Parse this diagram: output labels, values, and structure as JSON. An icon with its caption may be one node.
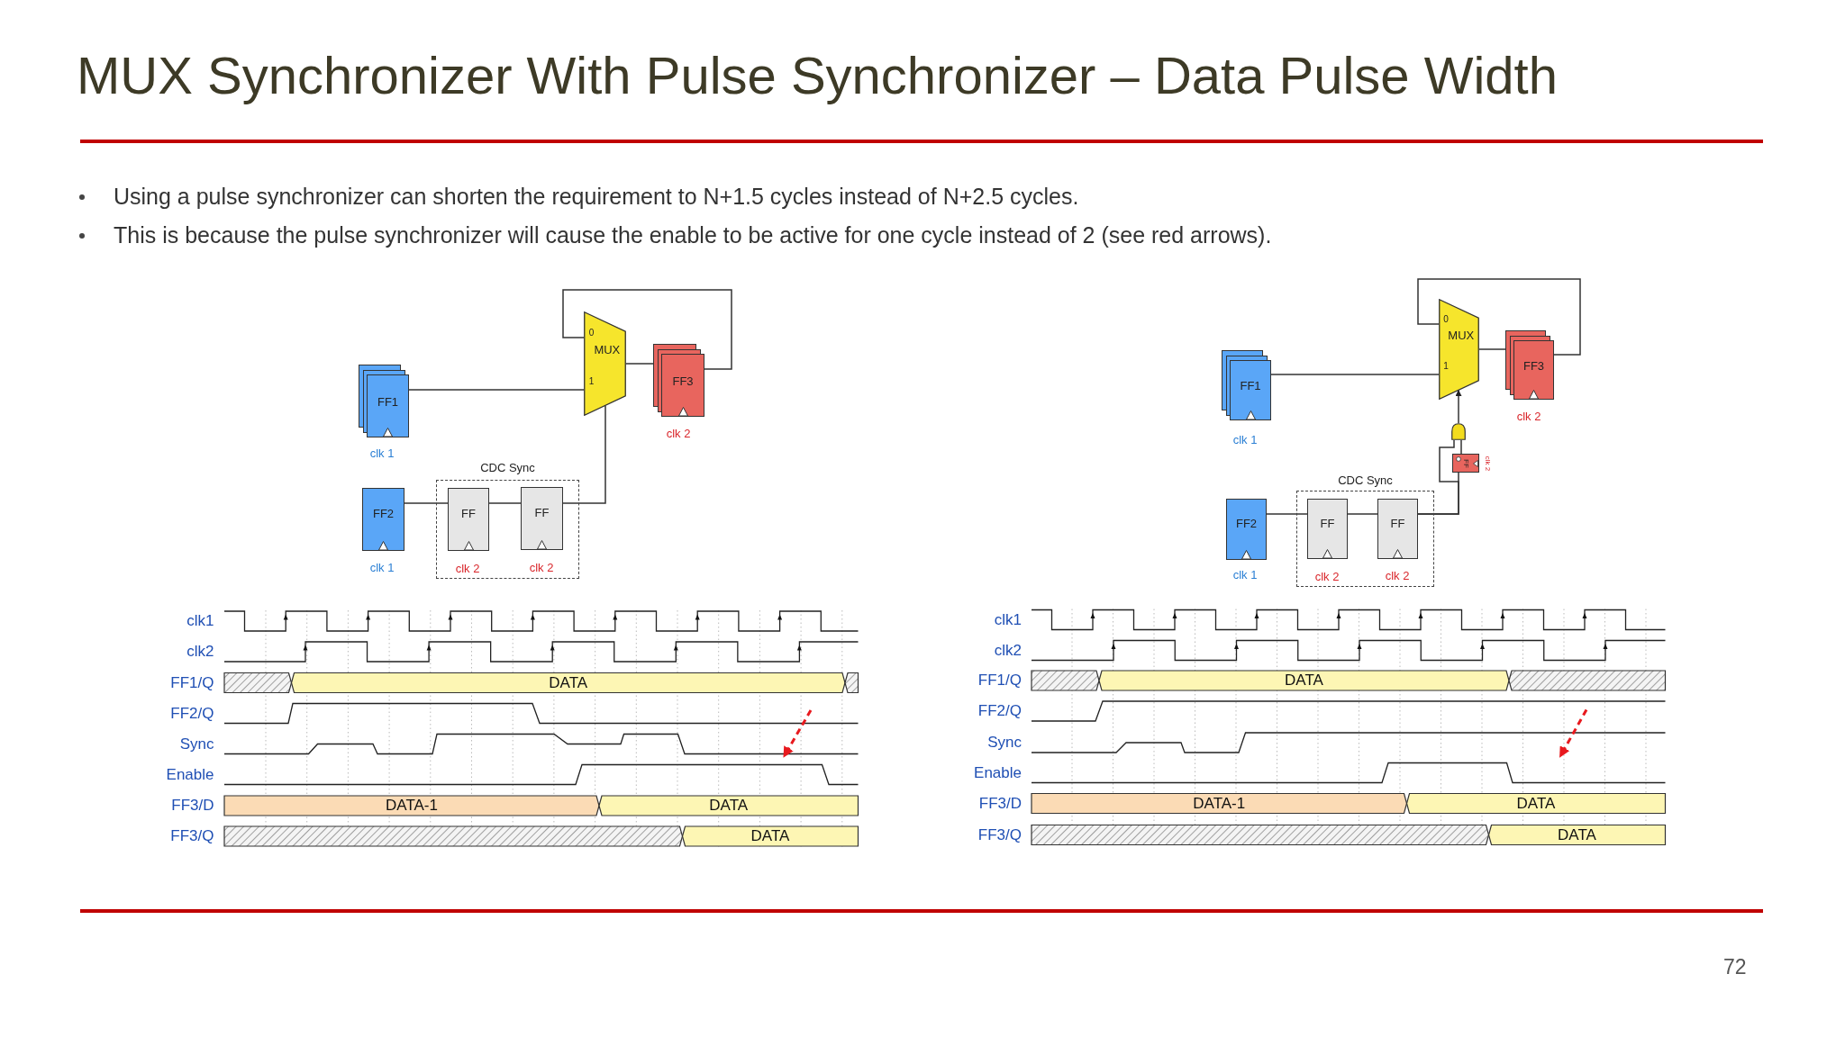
{
  "diagram": {
    "title": "MUX Synchronizer With Pulse Synchronizer – Data Pulse Width",
    "nodes": [
      {
        "text": [
          "FF1"
        ],
        "beside": [
          "clk 1"
        ]
      },
      {
        "text": [
          "0",
          "MUX",
          "1"
        ]
      },
      {
        "text": [
          "FF3"
        ],
        "beside": [
          "clk 2"
        ]
      },
      {
        "text": [
          "CDC Sync"
        ]
      },
      {
        "text": [
          "FF2"
        ],
        "beside": [
          "clk 1"
        ]
      },
      {
        "text": [
          "FF"
        ],
        "in": 3,
        "beside": [
          "clk 2"
        ]
      },
      {
        "text": [
          "FF"
        ],
        "in": 3,
        "beside": [
          "clk 2"
        ]
      },
      {
        "text": [
          "FF1"
        ],
        "beside": [
          "clk 1"
        ]
      },
      {
        "text": [
          "0",
          "MUX",
          "1"
        ]
      },
      {
        "text": [
          "FF3"
        ],
        "beside": [
          "clk 2"
        ]
      },
      {
        "text": [],
        "shape": "gate"
      },
      {
        "text": [
          "FF"
        ],
        "beside": [
          "clk 2"
        ]
      },
      {
        "text": [
          "CDC Sync"
        ]
      },
      {
        "text": [
          "FF2"
        ],
        "beside": [
          "clk 1"
        ]
      },
      {
        "text": [
          "FF"
        ],
        "in": 12,
        "beside": [
          "clk 2"
        ]
      },
      {
        "text": [
          "FF"
        ],
        "in": 12,
        "beside": [
          "clk 2"
        ]
      }
    ],
    "edges": [
      {
        "from": 0,
        "to": 1,
        "arrow": "none"
      },
      {
        "from": 1,
        "to": 2,
        "arrow": "none"
      },
      {
        "from": 2,
        "to": 1,
        "arrow": "none"
      },
      {
        "from": 4,
        "to": 5,
        "arrow": "none"
      },
      {
        "from": 5,
        "to": 6,
        "arrow": "none"
      },
      {
        "from": 6,
        "to": 1,
        "arrow": "none"
      },
      {
        "from": 7,
        "to": 8,
        "arrow": "none"
      },
      {
        "from": 8,
        "to": 9,
        "arrow": "none"
      },
      {
        "from": 9,
        "to": 8,
        "arrow": "none"
      },
      {
        "from": 13,
        "to": 14,
        "arrow": "none"
      },
      {
        "from": 14,
        "to": 15,
        "arrow": "none"
      },
      {
        "from": 15,
        "to": 10,
        "arrow": "none"
      },
      {
        "from": 15,
        "to": 11,
        "arrow": "none"
      },
      {
        "from": 11,
        "to": 10,
        "arrow": "none"
      },
      {
        "from": 10,
        "to": 8,
        "arrow": "to"
      }
    ],
    "labels": [
      "Using a pulse synchronizer can shorten the requirement to N+1.5 cycles instead of N+2.5 cycles.",
      "This is because the pulse synchronizer will cause the enable to be active for one cycle instead of 2 (see red arrows).",
      "clk1",
      "clk2",
      "FF1/Q",
      "DATA",
      "FF2/Q",
      "Sync",
      "Enable",
      "FF3/D",
      "DATA-1",
      "DATA",
      "FF3/Q",
      "DATA",
      "clk1",
      "clk2",
      "FF1/Q",
      "DATA",
      "FF2/Q",
      "Sync",
      "Enable",
      "FF3/D",
      "DATA-1",
      "DATA",
      "FF3/Q",
      "DATA",
      "72"
    ]
  }
}
